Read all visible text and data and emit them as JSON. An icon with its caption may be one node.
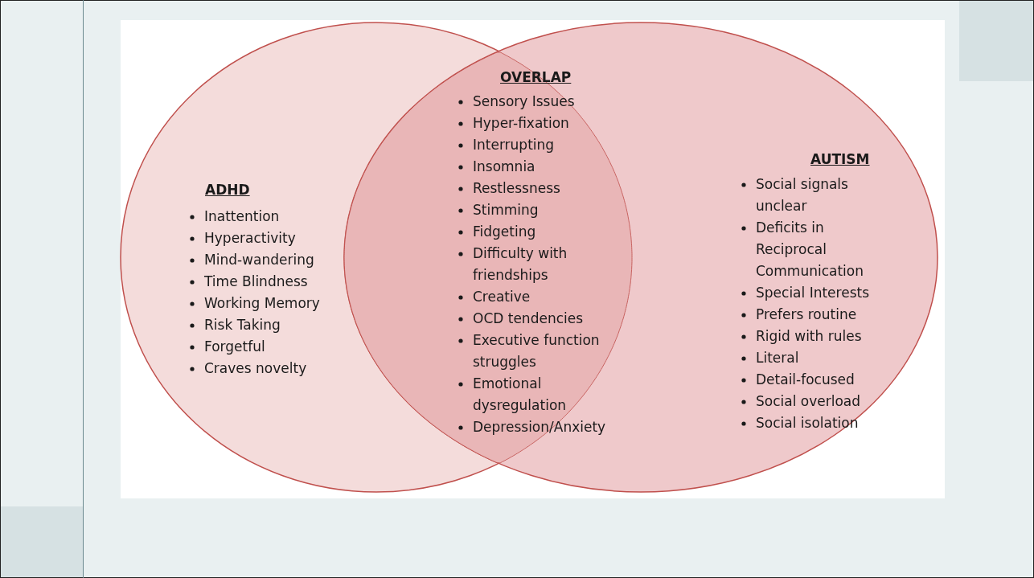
{
  "diagram": {
    "nodes": [
      {
        "text": [
          "ADHD",
          "Inattention",
          "Hyperactivity",
          "Mind-wandering",
          "Time Blindness",
          "Working Memory",
          "Risk Taking",
          "Forgetful",
          "Craves novelty"
        ]
      },
      {
        "text": [
          "AUTISM",
          "Social signals unclear",
          "Deficits in Reciprocal Communication",
          "Special Interests",
          "Prefers routine",
          "Rigid with rules",
          "Literal",
          "Detail-focused",
          "Social overload",
          "Social isolation"
        ]
      },
      {
        "text": [
          "OVERLAP",
          "Sensory Issues",
          "Hyper-fixation",
          "Interrupting",
          "Insomnia",
          "Restlessness",
          "Stimming",
          "Fidgeting",
          "Difficulty with friendships",
          "Creative",
          "OCD tendencies",
          "Executive function struggles",
          "Emotional dysregulation",
          "Depression/Anxiety"
        ]
      }
    ],
    "edges": []
  }
}
